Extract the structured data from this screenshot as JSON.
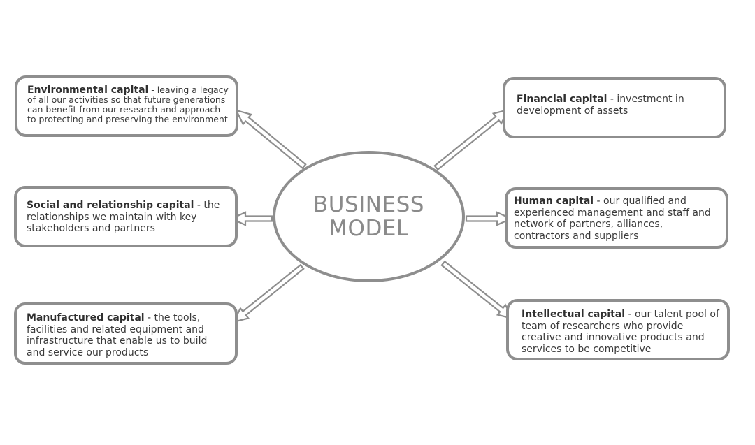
{
  "center": {
    "title": "BUSINESS\nMODEL"
  },
  "colors": {
    "stroke": "#8e8e8e",
    "text": "#3a3a3a",
    "center_text": "#8a8a8a"
  },
  "capitals": {
    "environmental": {
      "name": "Environmental capital",
      "description": " - leaving a legacy of all our activities so that future generations can benefit from our research and approach to protecting and preserving the environment"
    },
    "social": {
      "name": "Social and relationship capital",
      "description": " - the relationships we maintain with key stakeholders and partners"
    },
    "manufactured": {
      "name": "Manufactured capital",
      "description": " - the tools, facilities and related equipment and infrastructure that enable us to build and service our products"
    },
    "financial": {
      "name": "Financial capital",
      "description": " - investment in development of assets"
    },
    "human": {
      "name": "Human capital",
      "description": " - our qualified and experienced management and staff and network of partners, alliances, contractors and suppliers"
    },
    "intellectual": {
      "name": "Intellectual capital",
      "description": " - our talent pool of team of researchers who provide creative and innovative products and services to be competitive"
    }
  }
}
